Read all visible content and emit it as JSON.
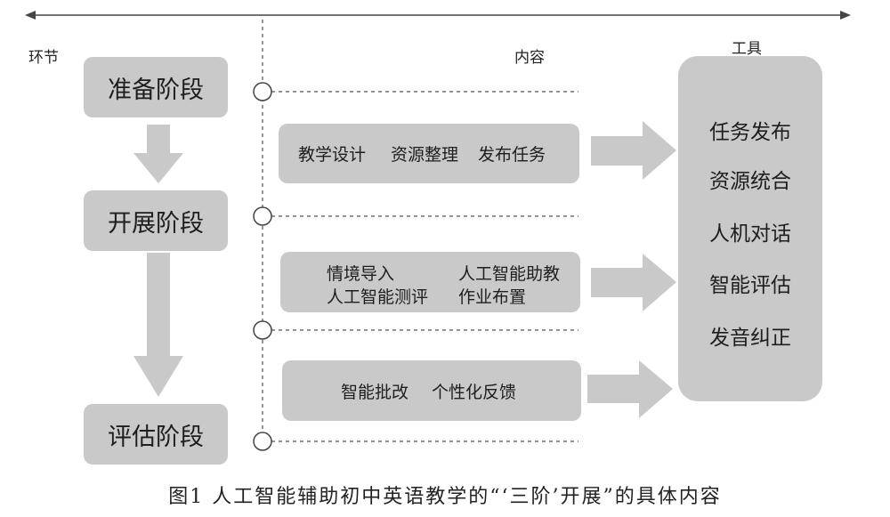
{
  "headers": {
    "stage": "环节",
    "content": "内容",
    "tools": "工具"
  },
  "stages": [
    {
      "label": "准备阶段"
    },
    {
      "label": "开展阶段"
    },
    {
      "label": "评估阶段"
    }
  ],
  "content_rows": [
    {
      "items": [
        "教学设计",
        "资源整理",
        "发布任务"
      ]
    },
    {
      "items": [
        "情境导入",
        "人工智能助教",
        "人工智能测评",
        "作业布置"
      ]
    },
    {
      "items": [
        "智能批改",
        "个性化反馈"
      ]
    }
  ],
  "tools": [
    "任务发布",
    "资源统合",
    "人机对话",
    "智能评估",
    "发音纠正"
  ],
  "caption": "图1 人工智能辅助初中英语教学的“‘三阶’开展”的具体内容",
  "colors": {
    "box_fill": "#c9c9c9",
    "line": "#444444",
    "text": "#1e1e1e"
  }
}
